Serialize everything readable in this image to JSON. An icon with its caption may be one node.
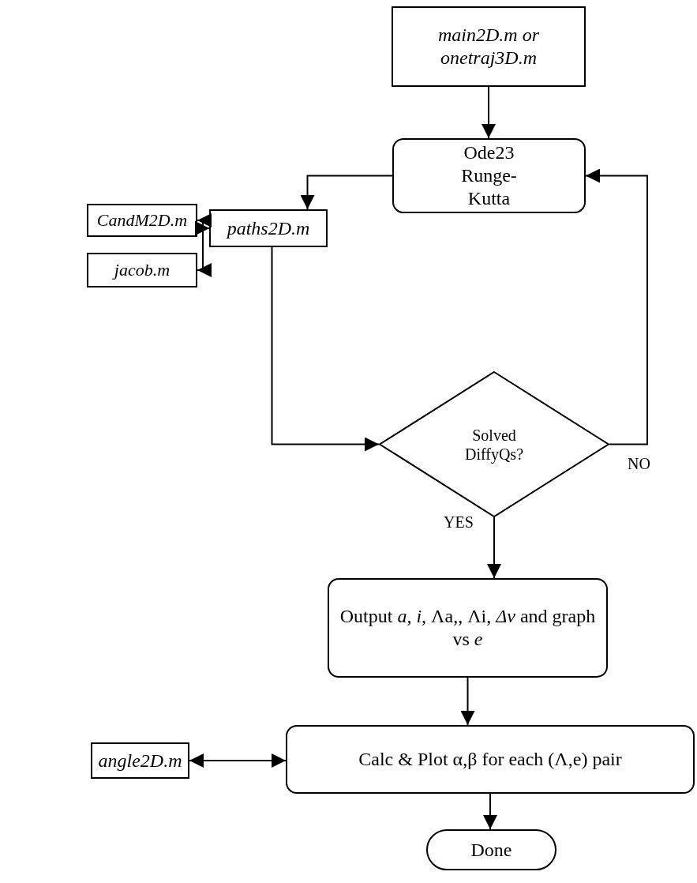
{
  "diagram": {
    "nodes": [
      {
        "text": [
          "main2D.m or onetraj3D.m"
        ]
      },
      {
        "text": [
          "Ode23 Runge-Kutta"
        ]
      },
      {
        "text": [
          "CandM2D.m"
        ]
      },
      {
        "text": [
          "jacob.m"
        ]
      },
      {
        "text": [
          "paths2D.m"
        ]
      },
      {
        "text": [
          "Solved DiffyQs?"
        ]
      },
      {
        "text": [
          "Output *a, i,* Λa,, Λi, *Δv* and graph vs *e*"
        ]
      },
      {
        "text": [
          "angle2D.m"
        ]
      },
      {
        "text": [
          "Calc & Plot α,β for each (Λ,e) pair"
        ]
      },
      {
        "text": [
          "Done"
        ]
      }
    ],
    "edges": [
      {
        "from": 0,
        "to": 1,
        "arrow": "to"
      },
      {
        "from": 1,
        "to": 4,
        "arrow": "to"
      },
      {
        "from": 4,
        "to": 2,
        "arrow": "both"
      },
      {
        "from": 4,
        "to": 3,
        "arrow": "both"
      },
      {
        "from": 4,
        "to": 5,
        "arrow": "to"
      },
      {
        "from": 5,
        "to": 1,
        "arrow": "to",
        "label": "NO"
      },
      {
        "from": 5,
        "to": 6,
        "arrow": "to",
        "label": "YES"
      },
      {
        "from": 6,
        "to": 8,
        "arrow": "to"
      },
      {
        "from": 7,
        "to": 8,
        "arrow": "both"
      },
      {
        "from": 8,
        "to": 9,
        "arrow": "to"
      }
    ]
  }
}
